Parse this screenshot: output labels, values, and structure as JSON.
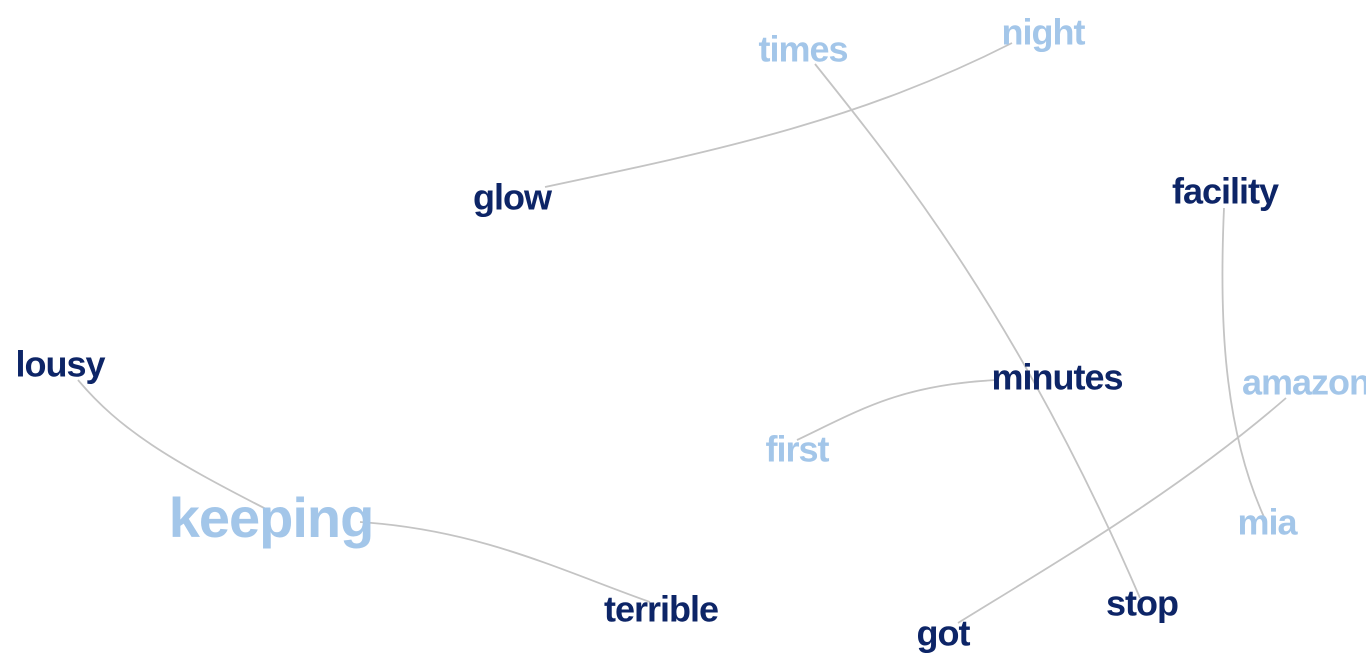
{
  "colors": {
    "dark": "#0d2567",
    "light": "#a3c6e9",
    "edge": "#c4c4c4"
  },
  "words": [
    {
      "id": "times",
      "text": "times",
      "tone": "light"
    },
    {
      "id": "night",
      "text": "night",
      "tone": "light"
    },
    {
      "id": "glow",
      "text": "glow",
      "tone": "dark"
    },
    {
      "id": "facility",
      "text": "facility",
      "tone": "dark"
    },
    {
      "id": "lousy",
      "text": "lousy",
      "tone": "dark"
    },
    {
      "id": "minutes",
      "text": "minutes",
      "tone": "dark"
    },
    {
      "id": "amazon",
      "text": "amazon",
      "tone": "light"
    },
    {
      "id": "first",
      "text": "first",
      "tone": "light"
    },
    {
      "id": "keeping",
      "text": "keeping",
      "tone": "light"
    },
    {
      "id": "mia",
      "text": "mia",
      "tone": "light"
    },
    {
      "id": "terrible",
      "text": "terrible",
      "tone": "dark"
    },
    {
      "id": "stop",
      "text": "stop",
      "tone": "dark"
    },
    {
      "id": "got",
      "text": "got",
      "tone": "dark"
    }
  ],
  "links": [
    {
      "source": "glow",
      "target": "night"
    },
    {
      "source": "times",
      "target": "stop"
    },
    {
      "source": "facility",
      "target": "mia"
    },
    {
      "source": "minutes",
      "target": "first"
    },
    {
      "source": "amazon",
      "target": "got"
    },
    {
      "source": "lousy",
      "target": "keeping"
    },
    {
      "source": "keeping",
      "target": "terrible"
    }
  ]
}
